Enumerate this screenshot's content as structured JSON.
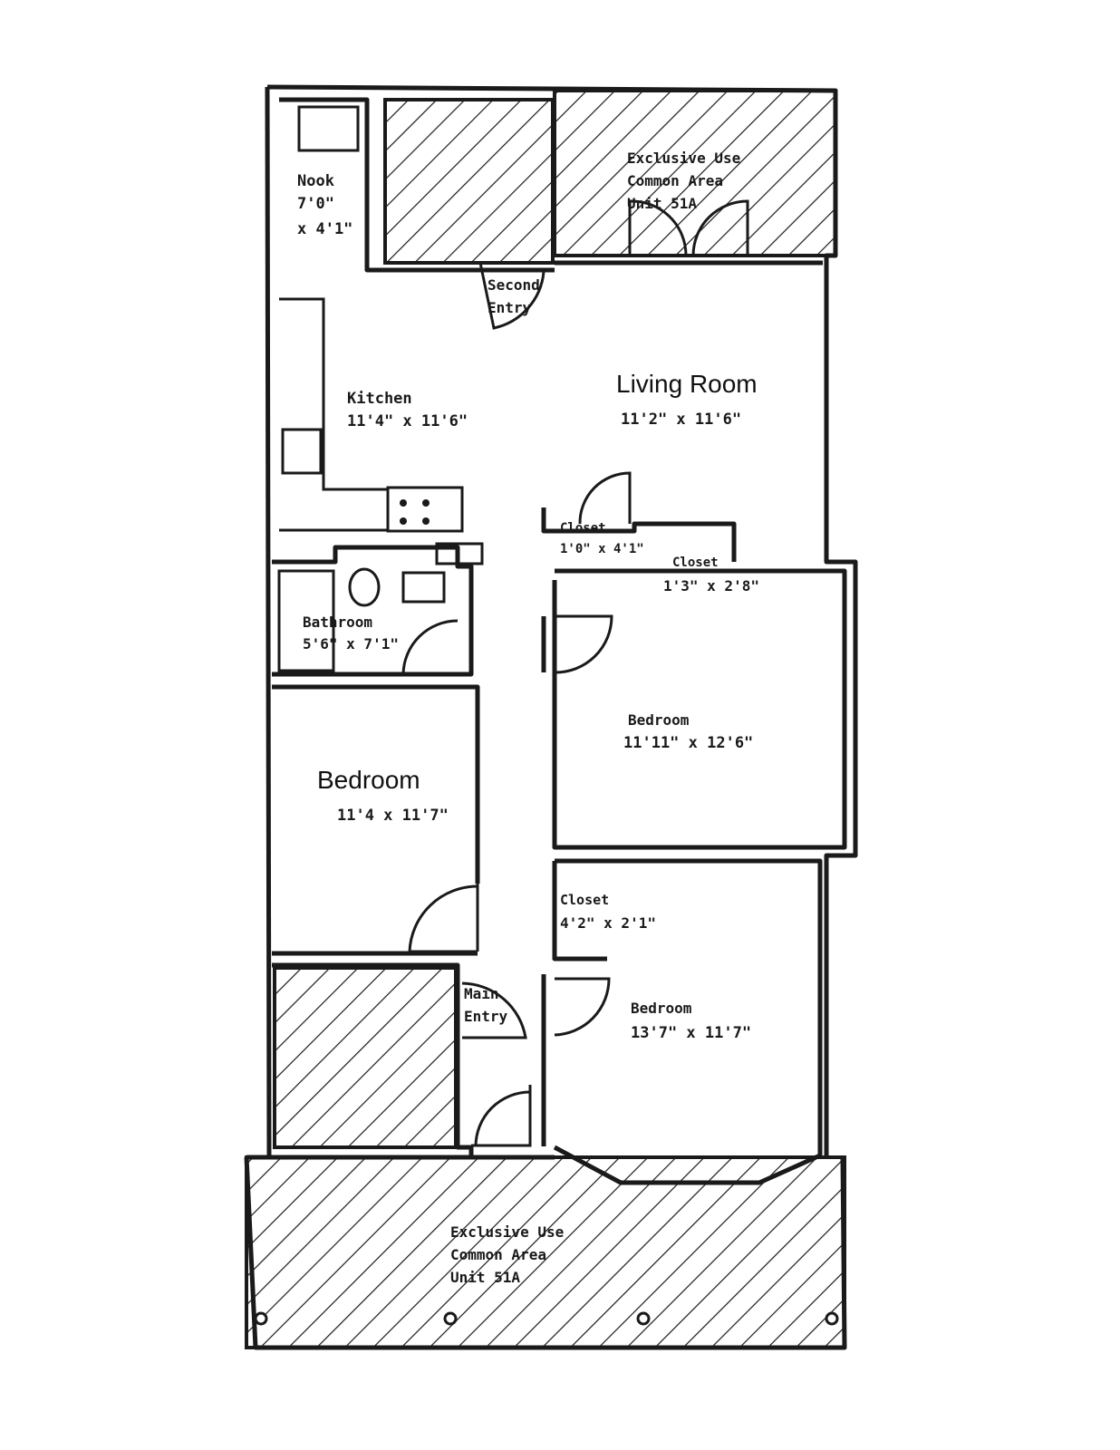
{
  "rooms": {
    "nook": {
      "name": "Nook",
      "dim1": "7'0\"",
      "dim2": "x 4'1\""
    },
    "second_entry": {
      "line1": "Second",
      "line2": "Entry"
    },
    "common_area_top": {
      "line1": "Exclusive Use",
      "line2": "Common Area",
      "line3": "Unit 51A"
    },
    "kitchen": {
      "name": "Kitchen",
      "dims": "11'4\" x 11'6\""
    },
    "living_room": {
      "name": "Living Room",
      "dims": "11'2\" x 11'6\""
    },
    "closet_a": {
      "name": "Closet",
      "dims": "1'0\" x 4'1\""
    },
    "closet_b": {
      "name": "Closet",
      "dims": "1'3\" x 2'8\""
    },
    "bathroom": {
      "name": "Bathroom",
      "dims": "5'6\" x 7'1\""
    },
    "bedroom_right": {
      "name": "Bedroom",
      "dims": "11'11\" x 12'6\""
    },
    "bedroom_left": {
      "name": "Bedroom",
      "dims": "11'4 x 11'7\""
    },
    "closet_c": {
      "name": "Closet",
      "dims": "4'2\" x 2'1\""
    },
    "main_entry": {
      "line1": "Main",
      "line2": "Entry"
    },
    "bedroom_bottom": {
      "name": "Bedroom",
      "dims": "13'7\" x 11'7\""
    },
    "common_area_bottom": {
      "line1": "Exclusive Use",
      "line2": "Common Area",
      "line3": "Unit 51A"
    }
  }
}
